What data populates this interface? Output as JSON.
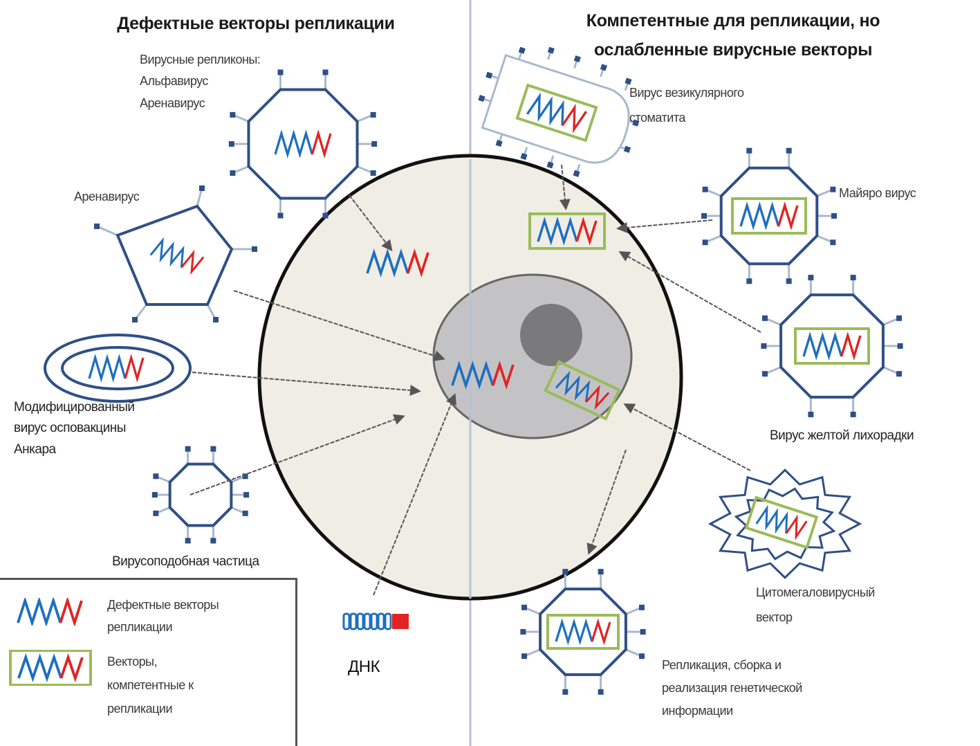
{
  "titles": {
    "left": "Дефектные векторы репликации",
    "right_line1": "Компетентные для репликации, но",
    "right_line2": "ослабленные вирусные векторы"
  },
  "labels": {
    "replicons": [
      "Вирусные репликоны:",
      "Альфавирус",
      "Аренавирус"
    ],
    "arenavirus": "Аренавирус",
    "mva": [
      "Модифицированный",
      "вирус осповакцины",
      "Анкара"
    ],
    "vlp": "Вирусоподобная частица",
    "dna": "ДНК",
    "vsv": [
      "Вирус везикулярного",
      "стоматита"
    ],
    "mayaro": "Майяро вирус",
    "yellow_fever": "Вирус желтой лихорадки",
    "cmv": [
      "Цитомегаловирусный",
      "вектор"
    ],
    "replication": [
      "Репликация, сборка и",
      "реализация генетической",
      "информации"
    ]
  },
  "legend": {
    "items": [
      {
        "icon": "defective-vector-icon",
        "lines": [
          "Дефектные векторы",
          "репликации"
        ]
      },
      {
        "icon": "competent-vector-icon",
        "lines": [
          "Векторы,",
          "компетентные к",
          "репликации"
        ]
      }
    ]
  },
  "colors": {
    "virus_outline": "#2f4f86",
    "spike": "#2f4f86",
    "spike_line": "#a9b8cf",
    "genome_blue": "#1e6fc0",
    "genome_red": "#e02424",
    "competent_box": "#9bbb59",
    "cell_fill": "#efede4",
    "cell_outline": "#111111",
    "nucleus_fill": "#c3c3c6",
    "nucleolus_fill": "#7a7a7c",
    "divider": "#b8c2d6",
    "arrow": "#555555"
  }
}
